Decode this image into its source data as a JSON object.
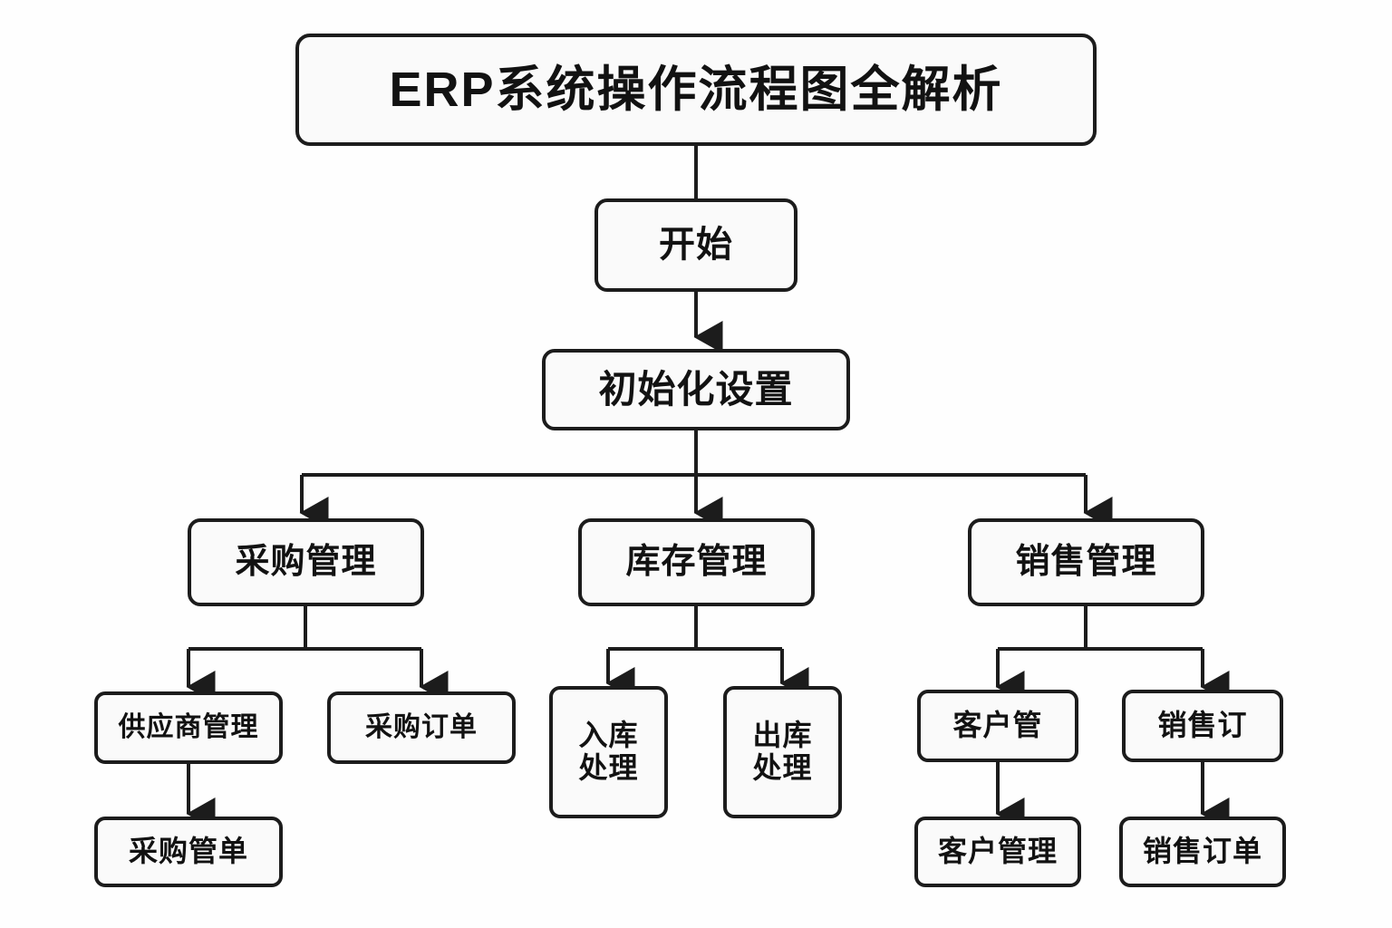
{
  "diagram": {
    "type": "flowchart",
    "title": "ERP系统操作流程图全解析",
    "background_color": "#fefefe",
    "node_fill_color": "#fafafa",
    "node_border_color": "#1c1c1c",
    "text_color": "#121212",
    "orientation": "top-down",
    "nodes": {
      "title": "ERP系统操作流程图全解析",
      "start": "开始",
      "init": "初始化设置",
      "purchase": "采购管理",
      "inventory": "库存管理",
      "sales": "销售管理",
      "supplier_mgmt": "供应商管理",
      "purchase_order": "采购订单",
      "purchase_form": "采购管单",
      "stock_in": "入库\n处理",
      "stock_out": "出库\n处理",
      "customer_short": "客户管",
      "sales_order_short": "销售订",
      "customer_mgmt": "客户管理",
      "sales_order": "销售订单"
    },
    "edges": [
      {
        "from": "title",
        "to": "start",
        "style": "plain"
      },
      {
        "from": "start",
        "to": "init",
        "style": "arrow"
      },
      {
        "from": "init",
        "to": "purchase",
        "style": "arrow"
      },
      {
        "from": "init",
        "to": "inventory",
        "style": "arrow"
      },
      {
        "from": "init",
        "to": "sales",
        "style": "arrow"
      },
      {
        "from": "purchase",
        "to": "supplier_mgmt",
        "style": "arrow"
      },
      {
        "from": "purchase",
        "to": "purchase_order",
        "style": "arrow"
      },
      {
        "from": "supplier_mgmt",
        "to": "purchase_form",
        "style": "arrow"
      },
      {
        "from": "inventory",
        "to": "stock_in",
        "style": "arrow"
      },
      {
        "from": "inventory",
        "to": "stock_out",
        "style": "arrow"
      },
      {
        "from": "sales",
        "to": "customer_short",
        "style": "arrow"
      },
      {
        "from": "sales",
        "to": "sales_order_short",
        "style": "arrow"
      },
      {
        "from": "customer_short",
        "to": "customer_mgmt",
        "style": "arrow"
      },
      {
        "from": "sales_order_short",
        "to": "sales_order",
        "style": "arrow"
      }
    ]
  }
}
